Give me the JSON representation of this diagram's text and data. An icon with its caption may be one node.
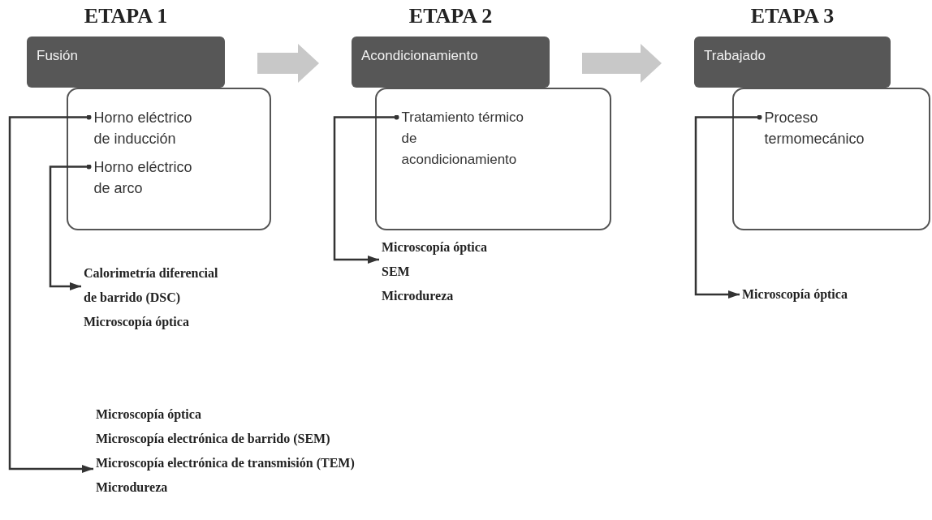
{
  "diagram": {
    "nodes": [
      {
        "text": [
          "ETAPA 1",
          "Fusión"
        ]
      },
      {
        "text": [],
        "shape": "box"
      },
      {
        "text": [
          "Horno eléctrico de inducción"
        ],
        "in": 1
      },
      {
        "text": [
          "Horno eléctrico de arco"
        ],
        "in": 1
      },
      {
        "text": [
          "ETAPA 2",
          "Acondicionamiento"
        ]
      },
      {
        "text": [],
        "shape": "box"
      },
      {
        "text": [
          "Tratamiento térmico de acondicionamiento"
        ],
        "in": 5
      },
      {
        "text": [
          "ETAPA 3",
          "Trabajado"
        ]
      },
      {
        "text": [],
        "shape": "box"
      },
      {
        "text": [
          "Proceso termomecánico"
        ],
        "in": 8
      },
      {
        "text": [
          "Calorimetría diferencial de barrido (DSC)",
          "Microscopía óptica"
        ]
      },
      {
        "text": [
          "Microscopía óptica",
          "SEM",
          "Microdureza"
        ]
      },
      {
        "text": [
          "Microscopía óptica"
        ]
      },
      {
        "text": [
          "Microscopía óptica",
          "Microscopía electrónica de barrido (SEM)",
          "Microscopía electrónica de transmisión (TEM)",
          "Microdureza"
        ]
      }
    ],
    "edges": [
      {
        "from": 0,
        "to": 4,
        "arrow": "to",
        "style": "thick",
        "color": "#c8c8c8"
      },
      {
        "from": 4,
        "to": 7,
        "arrow": "to",
        "style": "thick",
        "color": "#c8c8c8"
      },
      {
        "from": 2,
        "to": 13,
        "arrow": "to"
      },
      {
        "from": 3,
        "to": 10,
        "arrow": "to"
      },
      {
        "from": 6,
        "to": 11,
        "arrow": "to"
      },
      {
        "from": 9,
        "to": 12,
        "arrow": "to"
      }
    ]
  }
}
